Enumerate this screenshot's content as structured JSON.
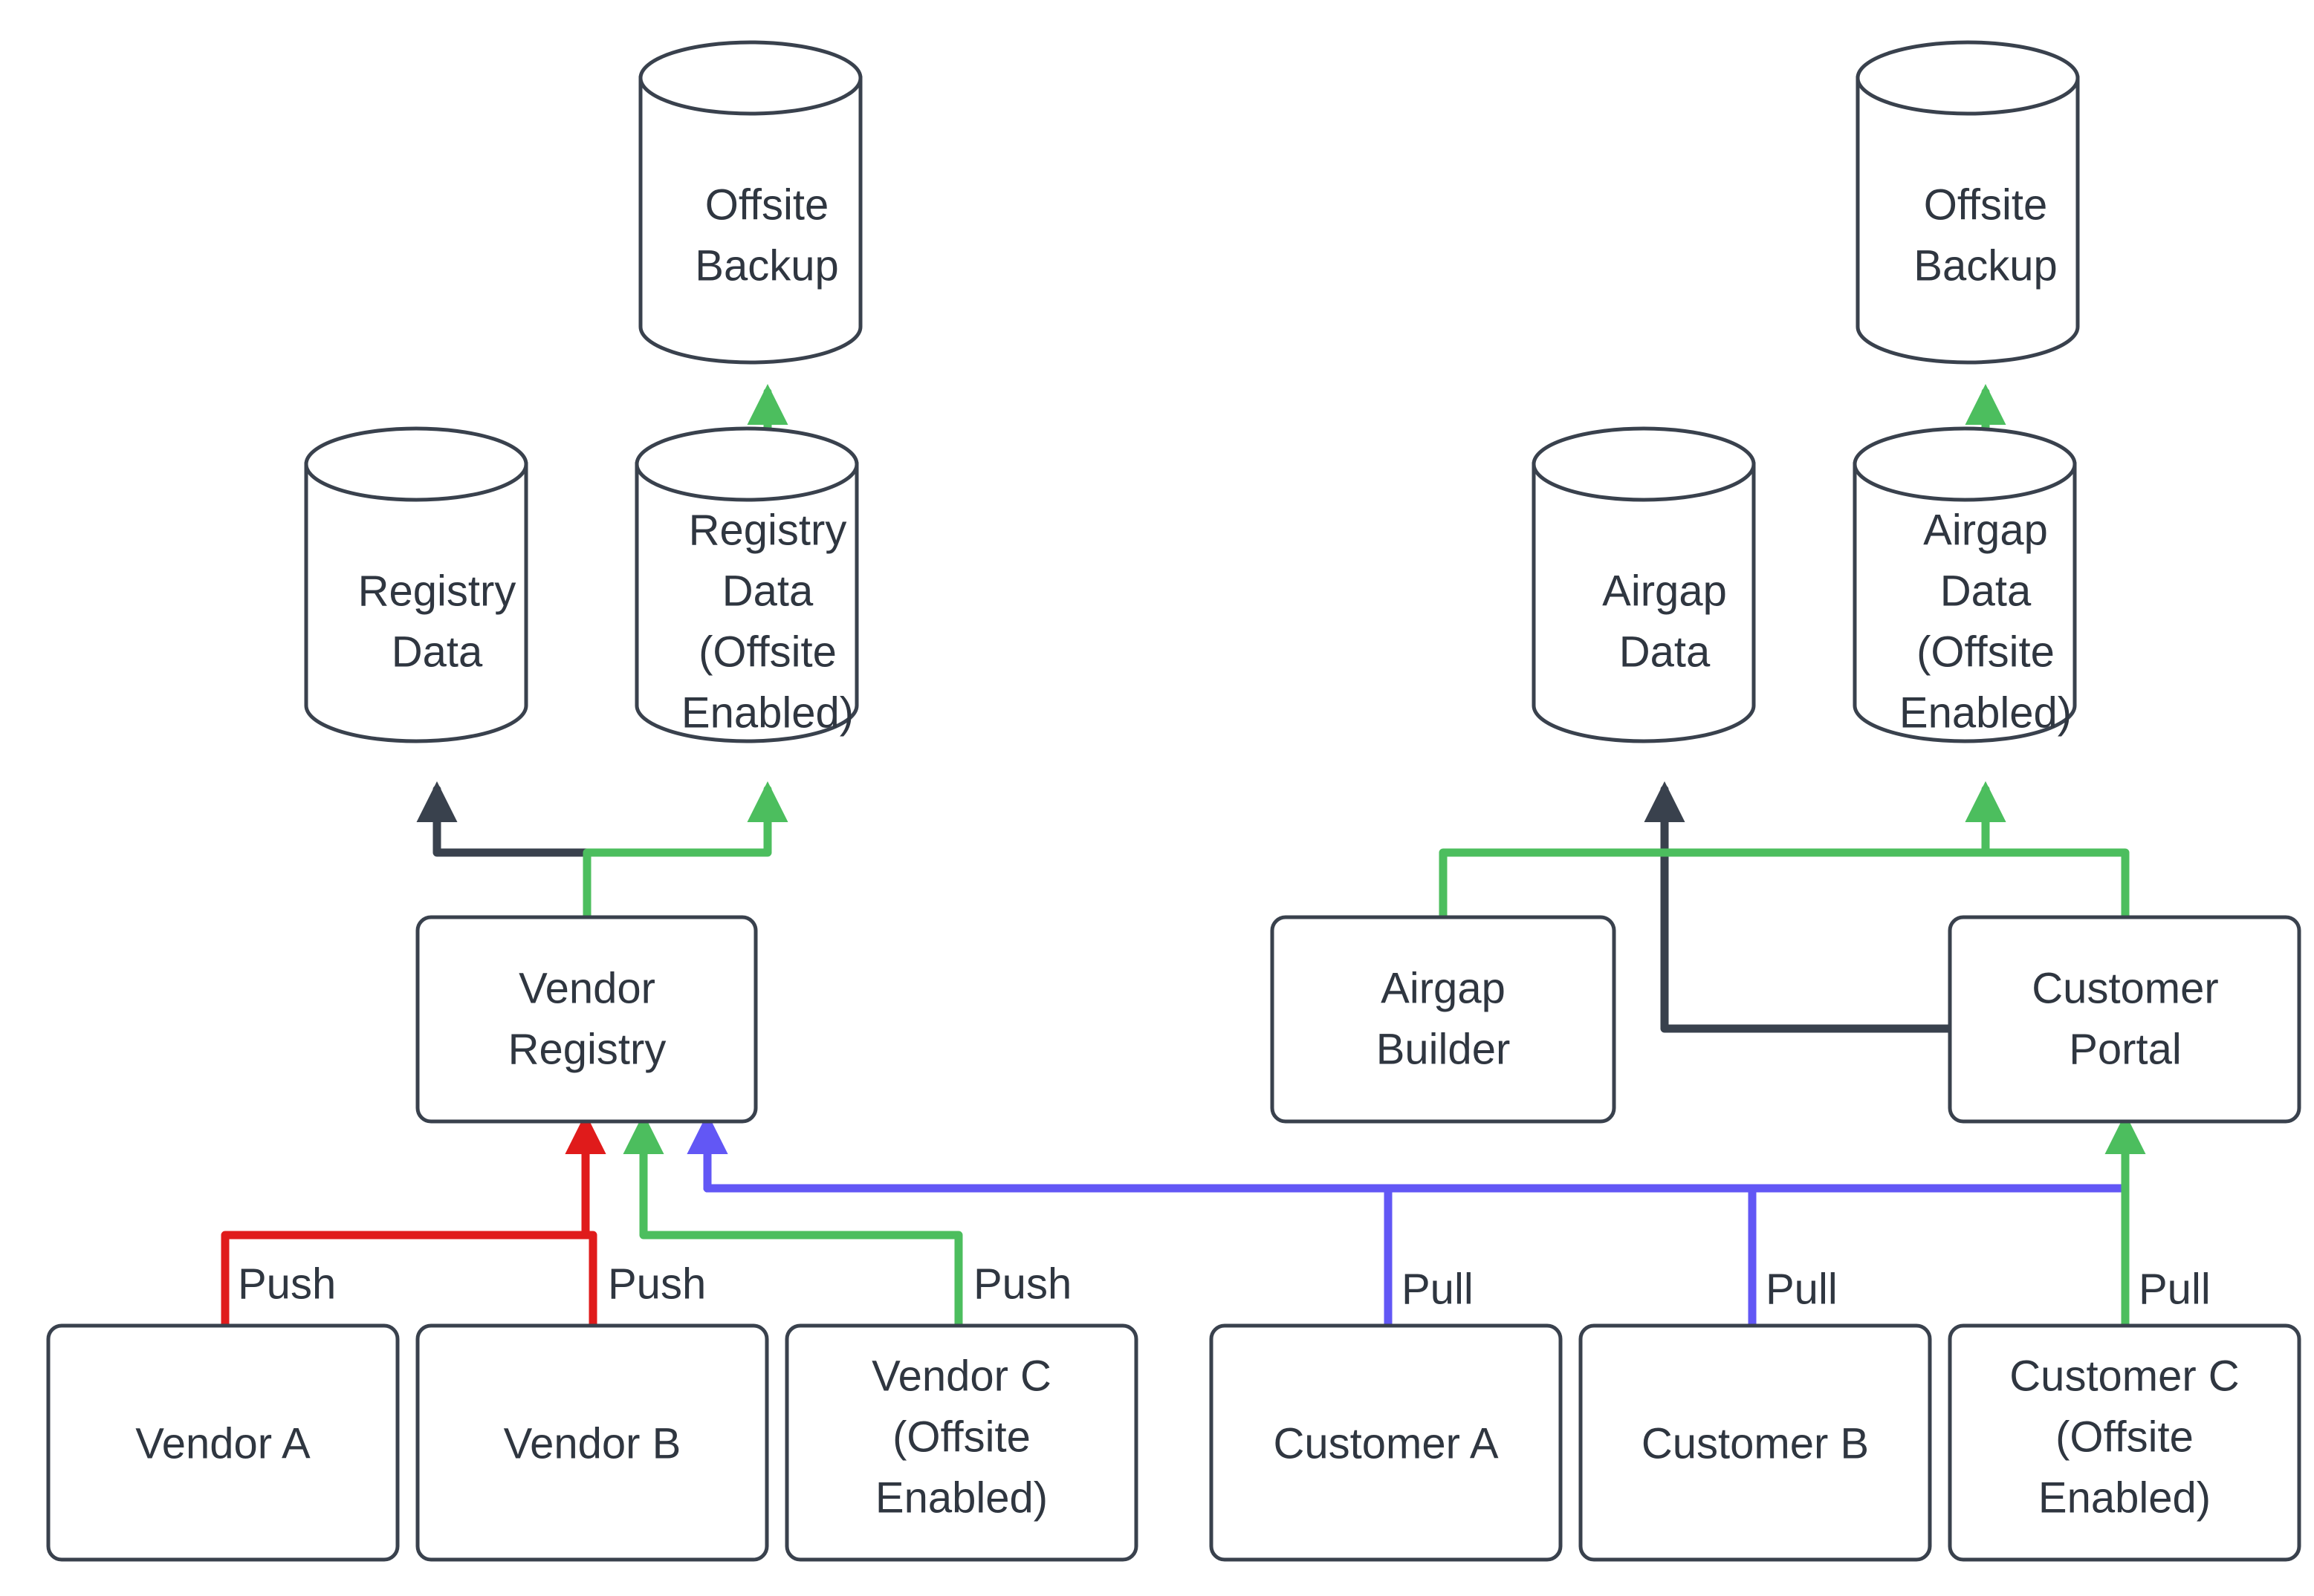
{
  "diagram": {
    "title": "Vendor and Customer Registry Offsite Backup Flow",
    "background_color": "#ffffff",
    "colors": {
      "node_stroke": "#39414d",
      "node_fill": "#ffffff",
      "text": "#2f3640",
      "edge_dark": "#39414d",
      "edge_green": "#4CBE5E",
      "edge_red": "#E01B1B",
      "edge_blue": "#6257F5"
    },
    "nodes": {
      "offsite_backup_left": {
        "label_line1": "Offsite",
        "label_line2": "Backup",
        "shape": "cylinder"
      },
      "offsite_backup_right": {
        "label_line1": "Offsite",
        "label_line2": "Backup",
        "shape": "cylinder"
      },
      "registry_data": {
        "label_line1": "Registry",
        "label_line2": "Data",
        "shape": "cylinder"
      },
      "registry_data_offsite": {
        "label_line1": "Registry",
        "label_line2": "Data",
        "label_line3": "(Offsite",
        "label_line4": "Enabled)",
        "shape": "cylinder"
      },
      "airgap_data": {
        "label_line1": "Airgap",
        "label_line2": "Data",
        "shape": "cylinder"
      },
      "airgap_data_offsite": {
        "label_line1": "Airgap",
        "label_line2": "Data",
        "label_line3": "(Offsite",
        "label_line4": "Enabled)",
        "shape": "cylinder"
      },
      "vendor_registry": {
        "label_line1": "Vendor",
        "label_line2": "Registry",
        "shape": "rounded-rect"
      },
      "airgap_builder": {
        "label_line1": "Airgap",
        "label_line2": "Builder",
        "shape": "rounded-rect"
      },
      "customer_portal": {
        "label_line1": "Customer",
        "label_line2": "Portal",
        "shape": "rounded-rect"
      },
      "vendor_a": {
        "label_line1": "Vendor A",
        "shape": "rounded-rect"
      },
      "vendor_b": {
        "label_line1": "Vendor B",
        "shape": "rounded-rect"
      },
      "vendor_c": {
        "label_line1": "Vendor C",
        "label_line2": "(Offsite",
        "label_line3": "Enabled)",
        "shape": "rounded-rect"
      },
      "customer_a": {
        "label_line1": "Customer A",
        "shape": "rounded-rect"
      },
      "customer_b": {
        "label_line1": "Customer B",
        "shape": "rounded-rect"
      },
      "customer_c": {
        "label_line1": "Customer C",
        "label_line2": "(Offsite",
        "label_line3": "Enabled)",
        "shape": "rounded-rect"
      }
    },
    "edge_labels": {
      "vendor_a_push": "Push",
      "vendor_b_push": "Push",
      "vendor_c_push": "Push",
      "customer_a_pull": "Pull",
      "customer_b_pull": "Pull",
      "customer_c_pull": "Pull"
    },
    "edges": [
      {
        "from": "registry_data_offsite",
        "to": "offsite_backup_left",
        "color": "#4CBE5E",
        "label": ""
      },
      {
        "from": "vendor_registry",
        "to": "registry_data",
        "color": "#39414d",
        "label": ""
      },
      {
        "from": "vendor_registry",
        "to": "registry_data_offsite",
        "color": "#4CBE5E",
        "label": ""
      },
      {
        "from": "vendor_a",
        "to": "vendor_registry",
        "color": "#E01B1B",
        "label": "Push"
      },
      {
        "from": "vendor_b",
        "to": "vendor_registry",
        "color": "#E01B1B",
        "label": "Push"
      },
      {
        "from": "vendor_c",
        "to": "vendor_registry",
        "color": "#4CBE5E",
        "label": "Push"
      },
      {
        "from": "airgap_data_offsite",
        "to": "offsite_backup_right",
        "color": "#4CBE5E",
        "label": ""
      },
      {
        "from": "customer_portal",
        "to": "airgap_data",
        "color": "#39414d",
        "label": ""
      },
      {
        "from": "airgap_builder",
        "to": "airgap_data_offsite",
        "color": "#4CBE5E",
        "label": ""
      },
      {
        "from": "customer_portal",
        "to": "airgap_data_offsite",
        "color": "#4CBE5E",
        "label": ""
      },
      {
        "from": "customer_a",
        "to": "vendor_registry",
        "color": "#6257F5",
        "label": "Pull"
      },
      {
        "from": "customer_b",
        "to": "vendor_registry",
        "color": "#6257F5",
        "label": "Pull"
      },
      {
        "from": "customer_c",
        "to": "customer_portal",
        "color": "#4CBE5E",
        "label": "Pull"
      }
    ]
  }
}
